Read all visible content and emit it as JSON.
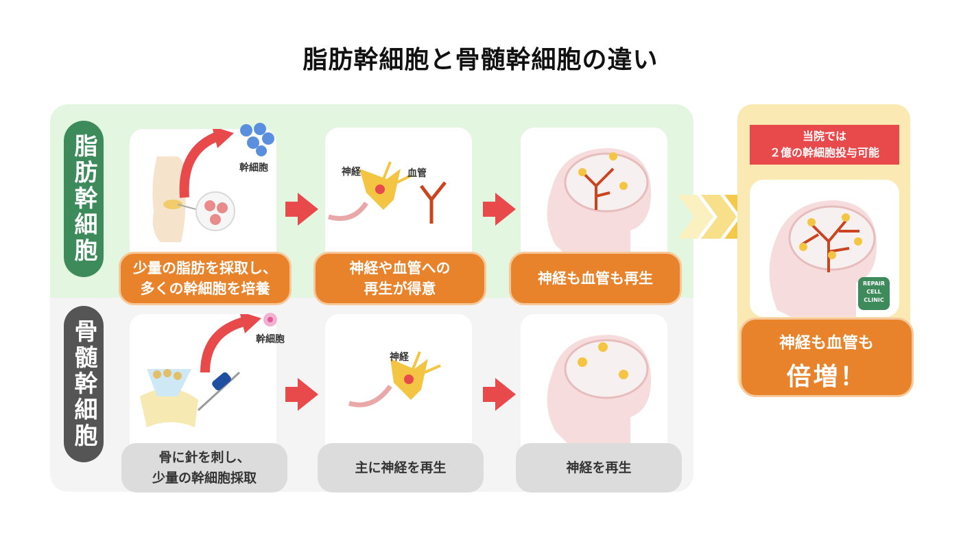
{
  "title": "脂肪幹細胞と骨髄幹細胞の違い",
  "adipose": {
    "label": "脂肪幹細胞",
    "cell_label": "幹細胞",
    "nerve_label": "神経",
    "vessel_label": "血管",
    "steps": [
      "少量の脂肪を採取し、\n多くの幹細胞を培養",
      "神経や血管への\n再生が得意",
      "神経も血管も再生"
    ]
  },
  "marrow": {
    "label": "骨髄幹細胞",
    "cell_label": "幹細胞",
    "nerve_label": "神経",
    "steps": [
      "骨に針を刺し、\n少量の幹細胞採取",
      "主に神経を再生",
      "神経を再生"
    ]
  },
  "clinic": {
    "banner_line1": "当院では",
    "banner_line2": "２億の幹細胞投与可能",
    "logo_line1": "REPAIR",
    "logo_line2": "CELL",
    "logo_line3": "CLINIC",
    "result_line1": "神経も血管も",
    "result_line2": "倍増！"
  },
  "colors": {
    "green_band": "#e2f6e0",
    "green_label": "#3d8b5b",
    "gray_label": "#555555",
    "orange": "#e9832b",
    "red_arrow": "#e8494b",
    "yellow_panel": "#fbe9b4"
  }
}
